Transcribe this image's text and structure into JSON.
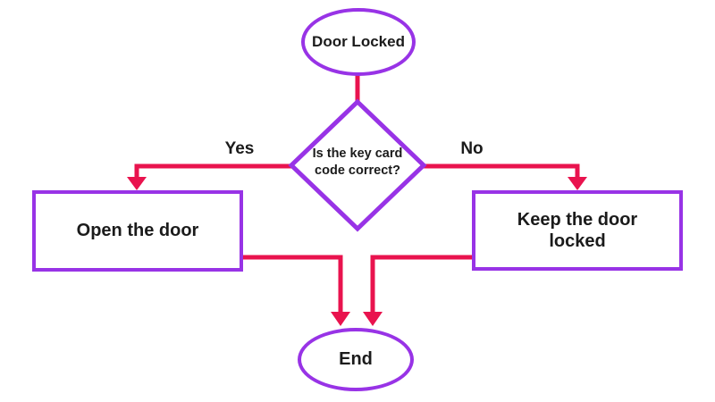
{
  "colors": {
    "shape_border": "#9833e6",
    "arrow": "#e9134e",
    "text": "#1b1b1b",
    "background": "#ffffff"
  },
  "nodes": {
    "start": {
      "type": "ellipse",
      "label": "Door Locked"
    },
    "decision": {
      "type": "diamond",
      "label": "Is the key card code correct?"
    },
    "open": {
      "type": "rectangle",
      "label": "Open the door"
    },
    "keep": {
      "type": "rectangle",
      "label": "Keep the door locked"
    },
    "end": {
      "type": "ellipse",
      "label": "End"
    }
  },
  "edges": {
    "yes_label": "Yes",
    "no_label": "No"
  }
}
